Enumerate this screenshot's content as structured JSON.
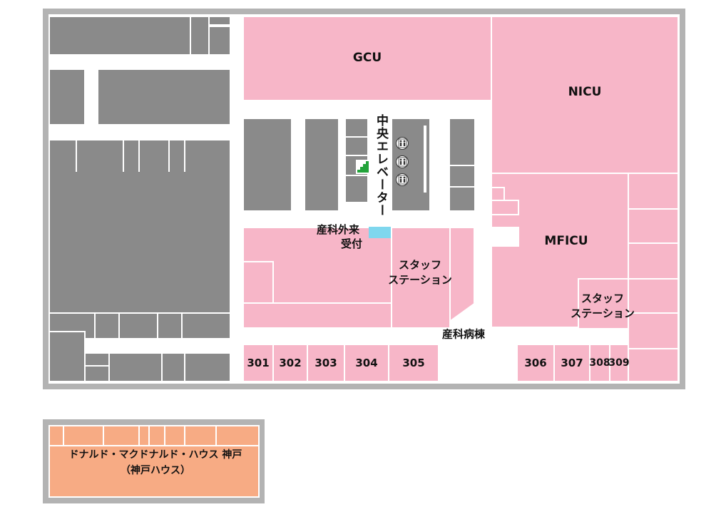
{
  "labels": {
    "gcu": "GCU",
    "nicu": "NICU",
    "mficu": "MFICU",
    "central_elevator": "中央エレベーター",
    "obstetric_reception_line1": "産科外来",
    "obstetric_reception_line2": "受付",
    "staff_station_center_line1": "スタッフ",
    "staff_station_center_line2": "ステーション",
    "staff_station_right_line1": "スタッフ",
    "staff_station_right_line2": "ステーション",
    "obstetric_ward": "産科病棟",
    "ronald_house_line1": "ドナルド・マクドナルド・ハウス 神戸",
    "ronald_house_line2": "（神戸ハウス）"
  },
  "rooms": [
    "301",
    "302",
    "303",
    "304",
    "305",
    "306",
    "307",
    "308",
    "309"
  ],
  "icons": {
    "elevator": "elevator-icon",
    "stairs": "stairs-icon"
  },
  "colors": {
    "wall": "#b3b3b3",
    "non_public_area": "#8a8a8a",
    "ward_area": "#f7b6c8",
    "ronald_house": "#f7ab84",
    "reception_marker": "#7fd7ee",
    "stairs_marker": "#22a33a"
  }
}
